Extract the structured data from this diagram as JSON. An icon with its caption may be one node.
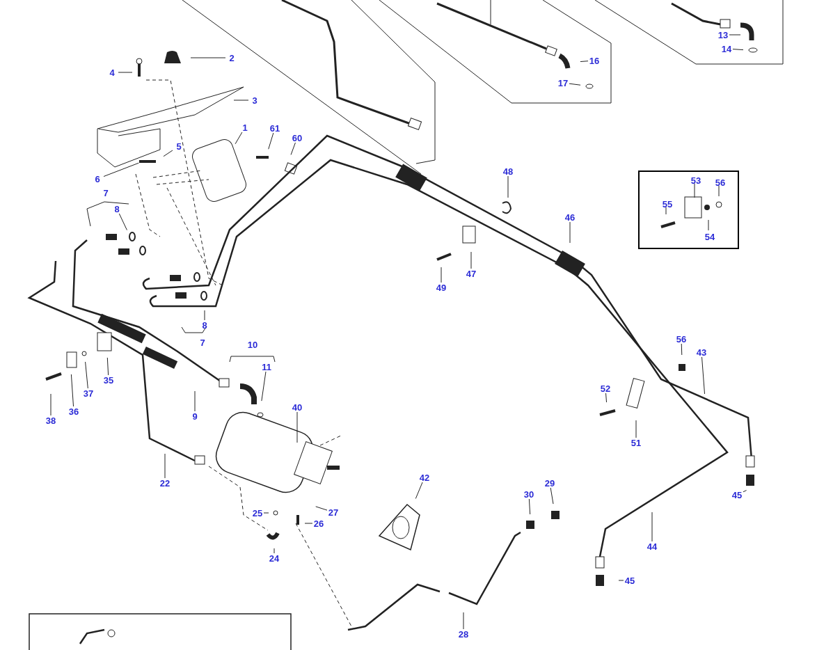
{
  "diagram": {
    "nodes": [
      {
        "text": [
          "13"
        ]
      },
      {
        "text": [
          "14"
        ]
      },
      {
        "text": [
          "2"
        ]
      },
      {
        "text": [
          "16"
        ]
      },
      {
        "text": [
          "4"
        ]
      },
      {
        "text": [
          "17"
        ]
      },
      {
        "text": [
          "3"
        ]
      },
      {
        "text": [
          "1"
        ]
      },
      {
        "text": [
          "61"
        ]
      },
      {
        "text": [
          "60"
        ]
      },
      {
        "text": [
          "5"
        ]
      },
      {
        "text": [
          "48"
        ]
      },
      {
        "text": [],
        "shape": "box"
      },
      {
        "text": [
          "53"
        ],
        "in": 12
      },
      {
        "text": [
          "56"
        ],
        "in": 12
      },
      {
        "text": [
          "55"
        ],
        "in": 12
      },
      {
        "text": [
          "54"
        ],
        "in": 12
      },
      {
        "text": [
          "6"
        ]
      },
      {
        "text": [
          "8"
        ]
      },
      {
        "text": [
          "46"
        ]
      },
      {
        "text": [
          "47"
        ]
      },
      {
        "text": [
          "49"
        ]
      },
      {
        "text": [
          "8"
        ]
      },
      {
        "text": [
          "56"
        ]
      },
      {
        "text": [
          "43"
        ]
      },
      {
        "text": [
          "11"
        ]
      },
      {
        "text": [
          "35"
        ]
      },
      {
        "text": [
          "52"
        ]
      },
      {
        "text": [
          "37"
        ]
      },
      {
        "text": [
          "36"
        ]
      },
      {
        "text": [
          "9"
        ]
      },
      {
        "text": [
          "38"
        ]
      },
      {
        "text": [
          "40"
        ]
      },
      {
        "text": [
          "51"
        ]
      },
      {
        "text": [
          "42"
        ]
      },
      {
        "text": [
          "22"
        ]
      },
      {
        "text": [
          "29"
        ]
      },
      {
        "text": [
          "30"
        ]
      },
      {
        "text": [
          "45"
        ]
      },
      {
        "text": [
          "27"
        ]
      },
      {
        "text": [
          "25"
        ]
      },
      {
        "text": [
          "26"
        ]
      },
      {
        "text": [
          "44"
        ]
      },
      {
        "text": [
          "24"
        ]
      },
      {
        "text": [
          "45"
        ]
      },
      {
        "text": [
          "28"
        ]
      }
    ],
    "edges": [
      {
        "from": 0,
        "to": null,
        "arrow": "none"
      },
      {
        "from": 1,
        "to": null,
        "arrow": "none"
      },
      {
        "from": 2,
        "to": null,
        "arrow": "none"
      },
      {
        "from": 3,
        "to": null,
        "arrow": "none"
      },
      {
        "from": 4,
        "to": null,
        "arrow": "none"
      },
      {
        "from": 5,
        "to": null,
        "arrow": "none"
      },
      {
        "from": 6,
        "to": null,
        "arrow": "none"
      },
      {
        "from": 7,
        "to": null,
        "arrow": "none"
      },
      {
        "from": 8,
        "to": null,
        "arrow": "none"
      },
      {
        "from": 9,
        "to": null,
        "arrow": "none"
      },
      {
        "from": 10,
        "to": null,
        "arrow": "none"
      },
      {
        "from": 11,
        "to": null,
        "arrow": "none"
      },
      {
        "from": 13,
        "to": null,
        "arrow": "none"
      },
      {
        "from": 14,
        "to": null,
        "arrow": "none"
      },
      {
        "from": 15,
        "to": null,
        "arrow": "none"
      },
      {
        "from": 16,
        "to": null,
        "arrow": "none"
      },
      {
        "from": 17,
        "to": null,
        "arrow": "none"
      },
      {
        "from": 18,
        "to": null,
        "arrow": "none"
      },
      {
        "from": 19,
        "to": null,
        "arrow": "none"
      },
      {
        "from": 20,
        "to": null,
        "arrow": "none"
      },
      {
        "from": 21,
        "to": null,
        "arrow": "none"
      },
      {
        "from": 22,
        "to": null,
        "arrow": "none"
      },
      {
        "from": 23,
        "to": null,
        "arrow": "none"
      },
      {
        "from": 24,
        "to": null,
        "arrow": "none"
      },
      {
        "from": 25,
        "to": null,
        "arrow": "none"
      },
      {
        "from": 26,
        "to": null,
        "arrow": "none"
      },
      {
        "from": 27,
        "to": null,
        "arrow": "none"
      },
      {
        "from": 28,
        "to": null,
        "arrow": "none"
      },
      {
        "from": 29,
        "to": null,
        "arrow": "none"
      },
      {
        "from": 30,
        "to": null,
        "arrow": "none"
      },
      {
        "from": 31,
        "to": null,
        "arrow": "none"
      },
      {
        "from": 32,
        "to": null,
        "arrow": "none"
      },
      {
        "from": 33,
        "to": null,
        "arrow": "none"
      },
      {
        "from": 34,
        "to": null,
        "arrow": "none"
      },
      {
        "from": 35,
        "to": null,
        "arrow": "none"
      },
      {
        "from": 36,
        "to": null,
        "arrow": "none"
      },
      {
        "from": 37,
        "to": null,
        "arrow": "none"
      },
      {
        "from": 38,
        "to": null,
        "arrow": "none"
      },
      {
        "from": 39,
        "to": null,
        "arrow": "none"
      },
      {
        "from": 40,
        "to": null,
        "arrow": "none"
      },
      {
        "from": 41,
        "to": null,
        "arrow": "none"
      },
      {
        "from": 42,
        "to": null,
        "arrow": "none"
      },
      {
        "from": 43,
        "to": null,
        "arrow": "none"
      },
      {
        "from": 44,
        "to": null,
        "arrow": "none"
      },
      {
        "from": 45,
        "to": null,
        "arrow": "none"
      }
    ],
    "labels": [
      "7",
      "7",
      "10"
    ]
  }
}
